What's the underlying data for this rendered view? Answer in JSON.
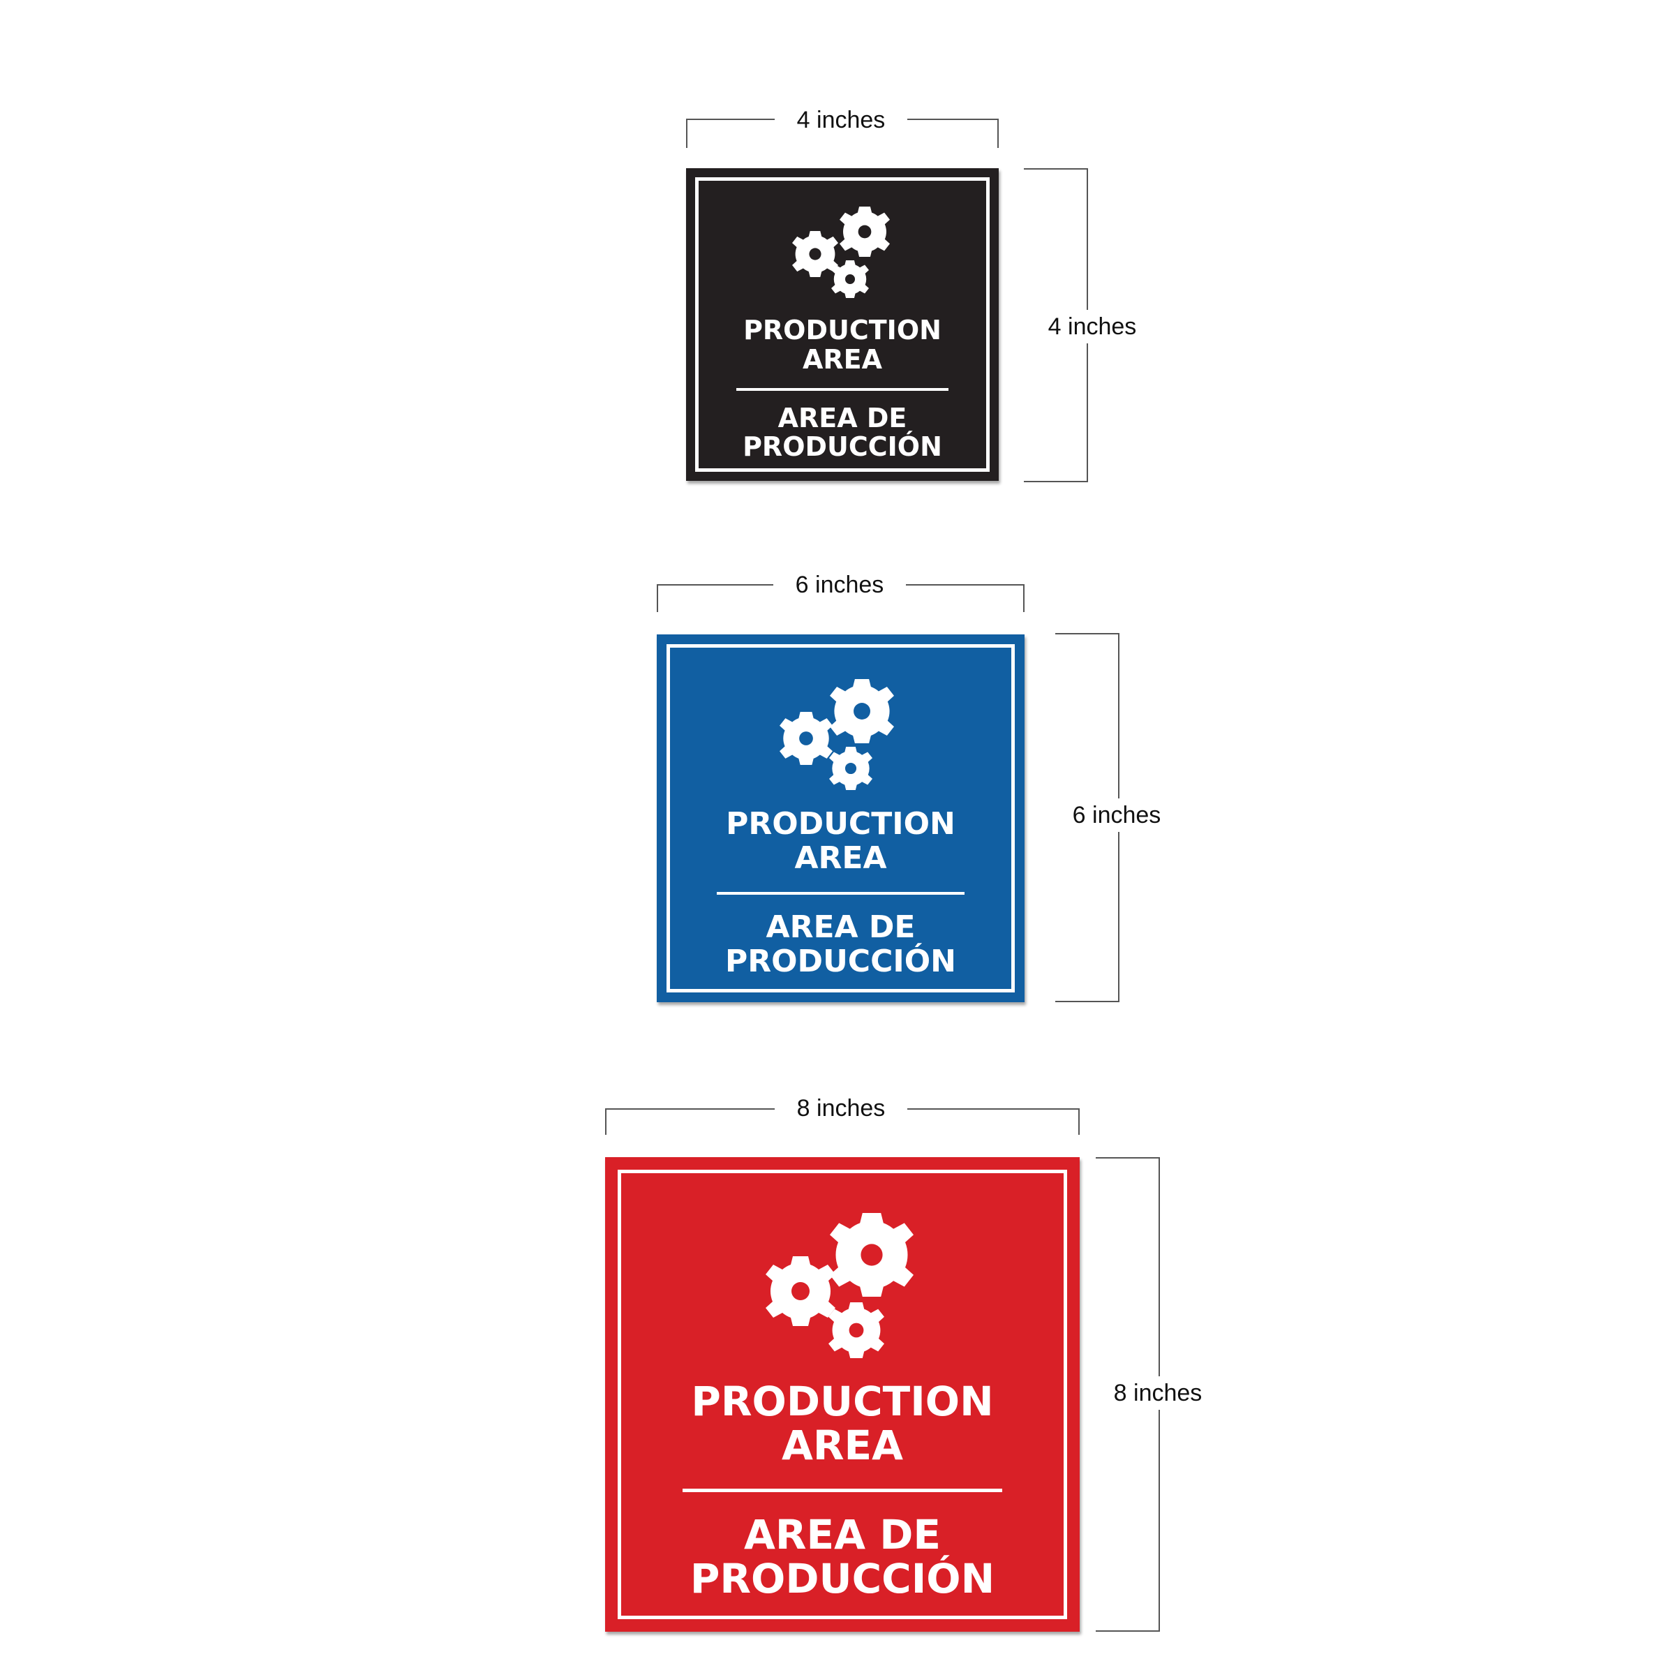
{
  "signs": [
    {
      "size_label": "4 inches",
      "width_label": "4 inches",
      "height_label": "4 inches",
      "background_color": "#231f20",
      "icon": "gears-icon",
      "english_line1": "PRODUCTION",
      "english_line2": "AREA",
      "spanish_line1": "AREA DE",
      "spanish_line2": "PRODUCCIÓN"
    },
    {
      "size_label": "6 inches",
      "width_label": "6 inches",
      "height_label": "6 inches",
      "background_color": "#115fa2",
      "icon": "gears-icon",
      "english_line1": "PRODUCTION",
      "english_line2": "AREA",
      "spanish_line1": "AREA DE",
      "spanish_line2": "PRODUCCIÓN"
    },
    {
      "size_label": "8 inches",
      "width_label": "8 inches",
      "height_label": "8 inches",
      "background_color": "#d92027",
      "icon": "gears-icon",
      "english_line1": "PRODUCTION",
      "english_line2": "AREA",
      "spanish_line1": "AREA DE",
      "spanish_line2": "PRODUCCIÓN"
    }
  ]
}
